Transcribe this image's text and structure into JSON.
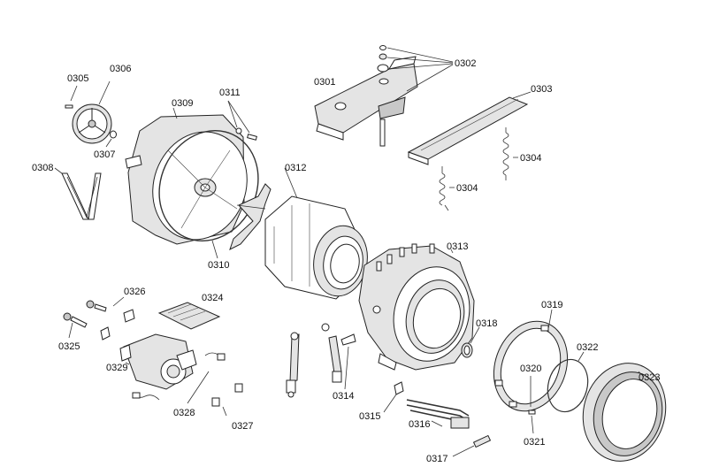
{
  "diagram": {
    "parts": {
      "p0301": "0301",
      "p0302": "0302",
      "p0303": "0303",
      "p0304a": "0304",
      "p0304b": "0304",
      "p0305": "0305",
      "p0306": "0306",
      "p0307": "0307",
      "p0308": "0308",
      "p0309": "0309",
      "p0310": "0310",
      "p0311": "0311",
      "p0312": "0312",
      "p0313": "0313",
      "p0314": "0314",
      "p0315": "0315",
      "p0316": "0316",
      "p0317": "0317",
      "p0318": "0318",
      "p0319": "0319",
      "p0320": "0320",
      "p0321": "0321",
      "p0322": "0322",
      "p0323": "0323",
      "p0324": "0324",
      "p0325": "0325",
      "p0326": "0326",
      "p0327": "0327",
      "p0328": "0328",
      "p0329": "0329"
    }
  }
}
